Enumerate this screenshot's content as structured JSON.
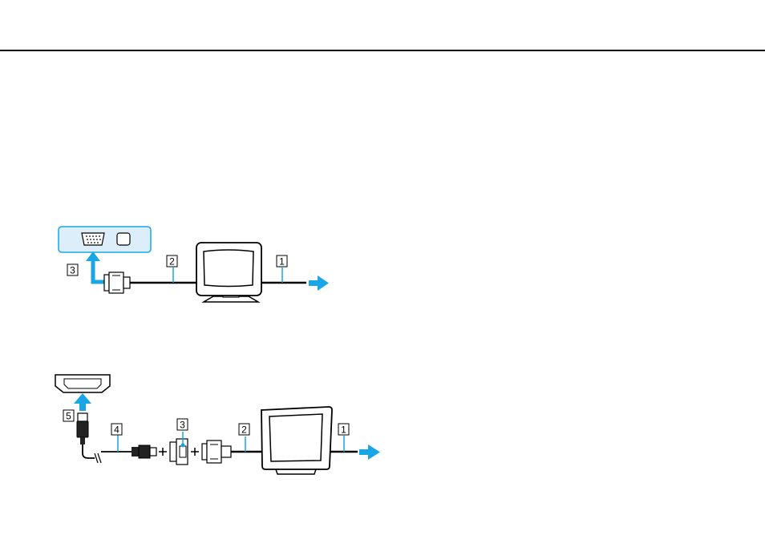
{
  "figure_vga": {
    "callouts": [
      "3",
      "2",
      "1"
    ]
  },
  "figure_hdmi": {
    "callouts": [
      "5",
      "4",
      "3",
      "2",
      "1"
    ]
  },
  "colors": {
    "accent_blue": "#19a6e6",
    "port_bg": "#dbeef9",
    "line": "#000000"
  }
}
